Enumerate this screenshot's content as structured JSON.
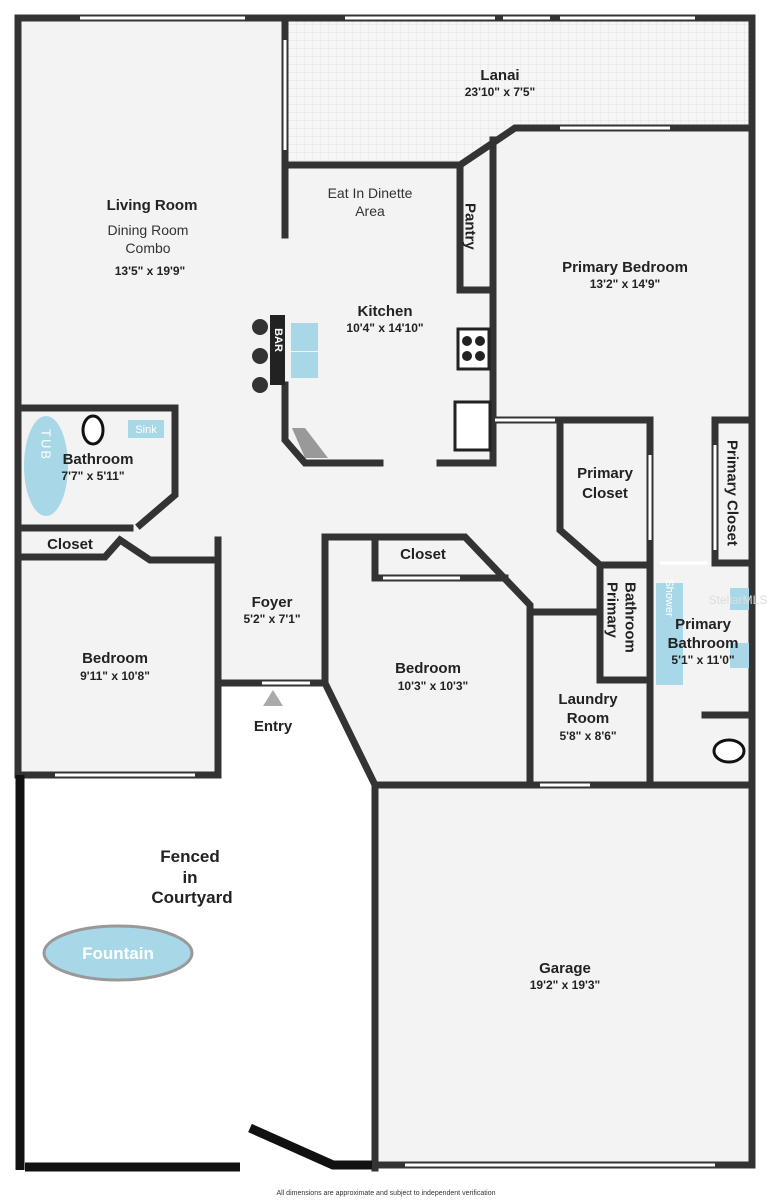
{
  "rooms": {
    "lanai": {
      "name": "Lanai",
      "size": "23'10\" x 7'5\""
    },
    "living": {
      "name": "Living Room",
      "sub1": "Dining Room",
      "sub2": "Combo",
      "size": "13'5\" x 19'9\""
    },
    "dinette": {
      "line1": "Eat In Dinette",
      "line2": "Area"
    },
    "pantry": {
      "name": "Pantry"
    },
    "kitchen": {
      "name": "Kitchen",
      "size": "10'4\" x 14'10\"",
      "bar": "BAR"
    },
    "primary_bedroom": {
      "name": "Primary Bedroom",
      "size": "13'2\" x 14'9\""
    },
    "bathroom": {
      "name": "Bathroom",
      "size": "7'7\" x 5'11\"",
      "tub": "TUB",
      "sink": "Sink"
    },
    "closet_left": {
      "name": "Closet"
    },
    "primary_closet_1": {
      "line1": "Primary",
      "line2": "Closet"
    },
    "primary_closet_2": {
      "name": "Primary Closet"
    },
    "closet_mid": {
      "name": "Closet"
    },
    "foyer": {
      "name": "Foyer",
      "size": "5'2\" x 7'1\""
    },
    "entry": {
      "name": "Entry"
    },
    "bedroom_left": {
      "name": "Bedroom",
      "size": "9'11\" x 10'8\""
    },
    "bedroom_mid": {
      "name": "Bedroom",
      "size": "10'3\" x 10'3\""
    },
    "primary_bath_wc": {
      "line1": "Primary",
      "line2": "Bathroom"
    },
    "primary_bath": {
      "line1": "Primary",
      "line2": "Bathroom",
      "size": "5'1\" x 11'0\"",
      "shower": "Shower"
    },
    "laundry": {
      "line1": "Laundry",
      "line2": "Room",
      "size": "5'8\" x 8'6\""
    },
    "courtyard": {
      "line1": "Fenced",
      "line2": "in",
      "line3": "Courtyard",
      "fountain": "Fountain"
    },
    "garage": {
      "name": "Garage",
      "size": "19'2\" x 19'3\""
    }
  },
  "watermark": "StellarMLS",
  "footer": "All dimensions are approximate and subject to independent verification"
}
